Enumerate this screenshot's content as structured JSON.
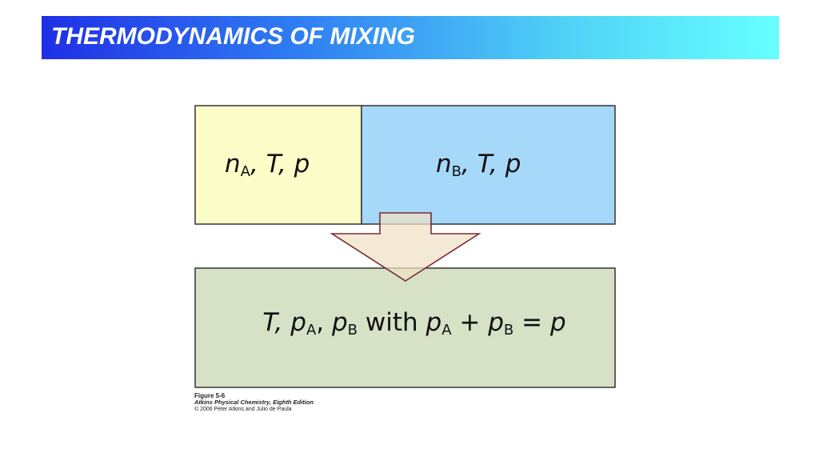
{
  "slide": {
    "title": "THERMODYNAMICS OF MIXING"
  },
  "diagram": {
    "box_a": {
      "n": "n",
      "n_sub": "A",
      "rest": ", T, p",
      "fill": "#fdfdc9"
    },
    "box_b": {
      "n": "n",
      "n_sub": "B",
      "rest": ", T, p",
      "fill": "#a6d8fa"
    },
    "box_mix": {
      "t": "T, ",
      "pa": "p",
      "pa_sub": "A",
      "comma": ", ",
      "pb": "p",
      "pb_sub": "B",
      "with": " with ",
      "pa2": "p",
      "pa2_sub": "A",
      "plus": " + ",
      "pb2": "p",
      "pb2_sub": "B",
      "eq": " = ",
      "p": "p",
      "fill": "#d6e1c6"
    },
    "arrow": {
      "fill": "#eee0c4",
      "stroke": "#7a2a3a"
    }
  },
  "caption": {
    "figure": "Figure 5-6",
    "book": "Atkins Physical Chemistry, Eighth Edition",
    "copyright": "© 2006 Peter Atkins and Julio de Paula"
  }
}
